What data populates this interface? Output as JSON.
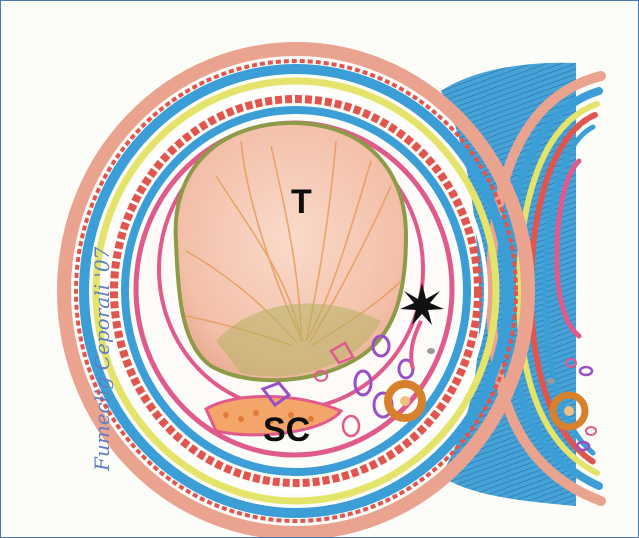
{
  "figure": {
    "labels": {
      "testis": "T",
      "spermatic_cord": "SC"
    },
    "signature": "Fumeclig Ceporali '07",
    "marker": "asterisk-star",
    "colors": {
      "border": "#4a76b8",
      "skin_outer": "#eaa38f",
      "blue_layer": "#3b9ed6",
      "yellow_layer": "#e4e36a",
      "red_layer": "#e0564f",
      "pink_layer": "#e05a8c",
      "testis_fill": "#f6c9b6",
      "septum_blue": "#2f86c7",
      "vessel_purple": "#9a4fc4",
      "vessel_orange": "#d8812c"
    }
  }
}
